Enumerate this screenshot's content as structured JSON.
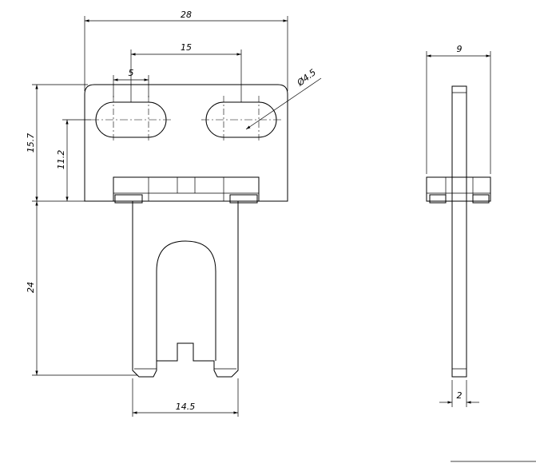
{
  "drawing": {
    "front_view": {
      "dim_width_28": "28",
      "dim_slot_spacing_15": "15",
      "dim_slot_width_5": "5",
      "dim_hole_diameter": "Ø4.5",
      "dim_height_15_7": "15.7",
      "dim_height_11_2": "11.2",
      "dim_leg_24": "24",
      "dim_leg_width_14_5": "14.5"
    },
    "side_view": {
      "dim_depth_9": "9",
      "dim_thickness_2": "2"
    }
  }
}
